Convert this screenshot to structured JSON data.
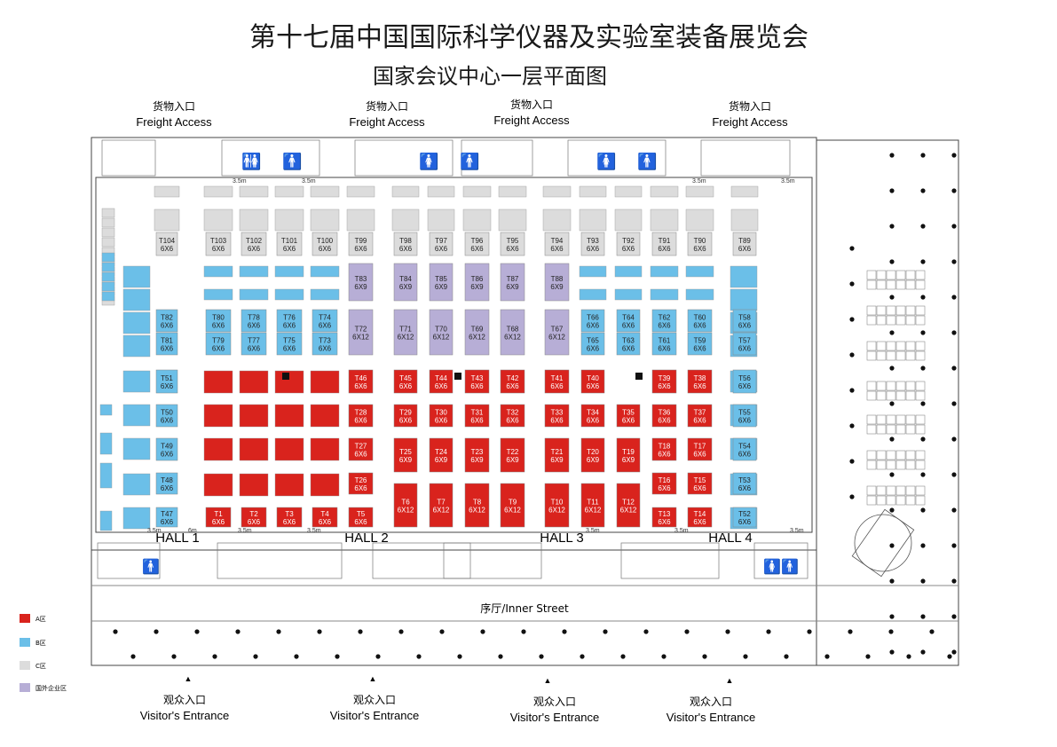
{
  "title": {
    "main": "第十七届中国国际科学仪器及实验室装备展览会",
    "sub": "国家会议中心一层平面图"
  },
  "freight": [
    {
      "cn": "货物入口",
      "en": "Freight Access"
    },
    {
      "cn": "货物入口",
      "en": "Freight Access"
    },
    {
      "cn": "货物入口",
      "en": "Freight Access"
    },
    {
      "cn": "货物入口",
      "en": "Freight Access"
    }
  ],
  "halls": [
    "HALL 1",
    "HALL 2",
    "HALL 3",
    "HALL 4"
  ],
  "inner_street": "序厅/Inner Street",
  "visitor": [
    {
      "cn": "观众入口",
      "en": "Visitor's Entrance"
    },
    {
      "cn": "观众入口",
      "en": "Visitor's Entrance"
    },
    {
      "cn": "观众入口",
      "en": "Visitor's Entrance"
    },
    {
      "cn": "观众入口",
      "en": "Visitor's Entrance"
    }
  ],
  "legend": [
    {
      "label": "A区",
      "color": "#d9231d"
    },
    {
      "label": "B区",
      "color": "#6bbfe8"
    },
    {
      "label": "C区",
      "color": "#dcdcdc"
    },
    {
      "label": "国外企业区",
      "color": "#b7aed6"
    }
  ],
  "spacing_label": "3.5m",
  "spacing_label_alt": "6m",
  "zone_colors": {
    "A": "#d9231d",
    "B": "#6bbfe8",
    "C": "#dcdcdc",
    "F": "#b7aed6"
  },
  "booths": [
    {
      "id": "T104",
      "size": "6X6",
      "zone": "C"
    },
    {
      "id": "T103",
      "size": "6X6",
      "zone": "C"
    },
    {
      "id": "T102",
      "size": "6X6",
      "zone": "C"
    },
    {
      "id": "T101",
      "size": "6X6",
      "zone": "C"
    },
    {
      "id": "T100",
      "size": "6X6",
      "zone": "C"
    },
    {
      "id": "T99",
      "size": "6X6",
      "zone": "C"
    },
    {
      "id": "T98",
      "size": "6X6",
      "zone": "C"
    },
    {
      "id": "T97",
      "size": "6X6",
      "zone": "C"
    },
    {
      "id": "T96",
      "size": "6X6",
      "zone": "C"
    },
    {
      "id": "T95",
      "size": "6X6",
      "zone": "C"
    },
    {
      "id": "T94",
      "size": "6X6",
      "zone": "C"
    },
    {
      "id": "T93",
      "size": "6X6",
      "zone": "C"
    },
    {
      "id": "T92",
      "size": "6X6",
      "zone": "C"
    },
    {
      "id": "T91",
      "size": "6X6",
      "zone": "C"
    },
    {
      "id": "T90",
      "size": "6X6",
      "zone": "C"
    },
    {
      "id": "T89",
      "size": "6X6",
      "zone": "C"
    },
    {
      "id": "T83",
      "size": "6X9",
      "zone": "F"
    },
    {
      "id": "T84",
      "size": "6X9",
      "zone": "F"
    },
    {
      "id": "T85",
      "size": "6X9",
      "zone": "F"
    },
    {
      "id": "T86",
      "size": "6X9",
      "zone": "F"
    },
    {
      "id": "T87",
      "size": "6X9",
      "zone": "F"
    },
    {
      "id": "T88",
      "size": "6X9",
      "zone": "F"
    },
    {
      "id": "T82",
      "size": "6X6",
      "zone": "B"
    },
    {
      "id": "T80",
      "size": "6X6",
      "zone": "B"
    },
    {
      "id": "T78",
      "size": "6X6",
      "zone": "B"
    },
    {
      "id": "T76",
      "size": "6X6",
      "zone": "B"
    },
    {
      "id": "T74",
      "size": "6X6",
      "zone": "B"
    },
    {
      "id": "T81",
      "size": "6X6",
      "zone": "B"
    },
    {
      "id": "T79",
      "size": "6X6",
      "zone": "B"
    },
    {
      "id": "T77",
      "size": "6X6",
      "zone": "B"
    },
    {
      "id": "T75",
      "size": "6X6",
      "zone": "B"
    },
    {
      "id": "T73",
      "size": "6X6",
      "zone": "B"
    },
    {
      "id": "T72",
      "size": "6X12",
      "zone": "F"
    },
    {
      "id": "T71",
      "size": "6X12",
      "zone": "F"
    },
    {
      "id": "T70",
      "size": "6X12",
      "zone": "F"
    },
    {
      "id": "T69",
      "size": "6X12",
      "zone": "F"
    },
    {
      "id": "T68",
      "size": "6X12",
      "zone": "F"
    },
    {
      "id": "T67",
      "size": "6X12",
      "zone": "F"
    },
    {
      "id": "T66",
      "size": "6X6",
      "zone": "B"
    },
    {
      "id": "T64",
      "size": "6X6",
      "zone": "B"
    },
    {
      "id": "T62",
      "size": "6X6",
      "zone": "B"
    },
    {
      "id": "T60",
      "size": "6X6",
      "zone": "B"
    },
    {
      "id": "T58",
      "size": "6X6",
      "zone": "B"
    },
    {
      "id": "T65",
      "size": "6X6",
      "zone": "B"
    },
    {
      "id": "T63",
      "size": "6X6",
      "zone": "B"
    },
    {
      "id": "T61",
      "size": "6X6",
      "zone": "B"
    },
    {
      "id": "T59",
      "size": "6X6",
      "zone": "B"
    },
    {
      "id": "T57",
      "size": "6X6",
      "zone": "B"
    },
    {
      "id": "T51",
      "size": "6X6",
      "zone": "B"
    },
    {
      "id": "T50",
      "size": "6X6",
      "zone": "B"
    },
    {
      "id": "T49",
      "size": "6X6",
      "zone": "B"
    },
    {
      "id": "T48",
      "size": "6X6",
      "zone": "B"
    },
    {
      "id": "T47",
      "size": "6X6",
      "zone": "B"
    },
    {
      "id": "T56",
      "size": "6X6",
      "zone": "B"
    },
    {
      "id": "T55",
      "size": "6X6",
      "zone": "B"
    },
    {
      "id": "T54",
      "size": "6X6",
      "zone": "B"
    },
    {
      "id": "T53",
      "size": "6X6",
      "zone": "B"
    },
    {
      "id": "T52",
      "size": "6X6",
      "zone": "B"
    },
    {
      "id": "T46",
      "size": "6X6",
      "zone": "A"
    },
    {
      "id": "T45",
      "size": "6X6",
      "zone": "A"
    },
    {
      "id": "T44",
      "size": "6X6",
      "zone": "A"
    },
    {
      "id": "T43",
      "size": "6X6",
      "zone": "A"
    },
    {
      "id": "T42",
      "size": "6X6",
      "zone": "A"
    },
    {
      "id": "T41",
      "size": "6X6",
      "zone": "A"
    },
    {
      "id": "T40",
      "size": "6X6",
      "zone": "A"
    },
    {
      "id": "T39",
      "size": "6X6",
      "zone": "A"
    },
    {
      "id": "T38",
      "size": "6X6",
      "zone": "A"
    },
    {
      "id": "T28",
      "size": "6X6",
      "zone": "A"
    },
    {
      "id": "T29",
      "size": "6X6",
      "zone": "A"
    },
    {
      "id": "T30",
      "size": "6X6",
      "zone": "A"
    },
    {
      "id": "T31",
      "size": "6X6",
      "zone": "A"
    },
    {
      "id": "T32",
      "size": "6X6",
      "zone": "A"
    },
    {
      "id": "T33",
      "size": "6X6",
      "zone": "A"
    },
    {
      "id": "T34",
      "size": "6X6",
      "zone": "A"
    },
    {
      "id": "T35",
      "size": "6X6",
      "zone": "A"
    },
    {
      "id": "T36",
      "size": "6X6",
      "zone": "A"
    },
    {
      "id": "T37",
      "size": "6X6",
      "zone": "A"
    },
    {
      "id": "T27",
      "size": "6X6",
      "zone": "A"
    },
    {
      "id": "T25",
      "size": "6X9",
      "zone": "A"
    },
    {
      "id": "T24",
      "size": "6X9",
      "zone": "A"
    },
    {
      "id": "T23",
      "size": "6X9",
      "zone": "A"
    },
    {
      "id": "T22",
      "size": "6X9",
      "zone": "A"
    },
    {
      "id": "T21",
      "size": "6X9",
      "zone": "A"
    },
    {
      "id": "T20",
      "size": "6X9",
      "zone": "A"
    },
    {
      "id": "T19",
      "size": "6X9",
      "zone": "A"
    },
    {
      "id": "T18",
      "size": "6X6",
      "zone": "A"
    },
    {
      "id": "T17",
      "size": "6X6",
      "zone": "A"
    },
    {
      "id": "T26",
      "size": "6X6",
      "zone": "A"
    },
    {
      "id": "T16",
      "size": "6X6",
      "zone": "A"
    },
    {
      "id": "T15",
      "size": "6X6",
      "zone": "A"
    },
    {
      "id": "T6",
      "size": "6X12",
      "zone": "A"
    },
    {
      "id": "T7",
      "size": "6X12",
      "zone": "A"
    },
    {
      "id": "T8",
      "size": "6X12",
      "zone": "A"
    },
    {
      "id": "T9",
      "size": "6X12",
      "zone": "A"
    },
    {
      "id": "T10",
      "size": "6X12",
      "zone": "A"
    },
    {
      "id": "T11",
      "size": "6X12",
      "zone": "A"
    },
    {
      "id": "T12",
      "size": "6X12",
      "zone": "A"
    },
    {
      "id": "T1",
      "size": "6X6",
      "zone": "A"
    },
    {
      "id": "T2",
      "size": "6X6",
      "zone": "A"
    },
    {
      "id": "T3",
      "size": "6X6",
      "zone": "A"
    },
    {
      "id": "T4",
      "size": "6X6",
      "zone": "A"
    },
    {
      "id": "T5",
      "size": "6X6",
      "zone": "A"
    },
    {
      "id": "T13",
      "size": "6X6",
      "zone": "A"
    },
    {
      "id": "T14",
      "size": "6X6",
      "zone": "A"
    }
  ]
}
